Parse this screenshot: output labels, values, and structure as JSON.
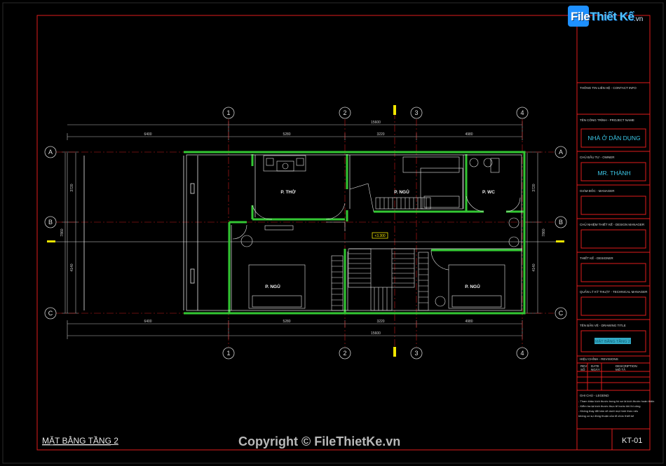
{
  "sheet_title": "MẶT BẰNG TẦNG 2",
  "sheet_number": "KT-01",
  "watermark": "Copyright © FileThietKe.vn",
  "logo": {
    "part1": "File",
    "part2": "Thiết Kế",
    "tld": ".vn"
  },
  "title_block": {
    "contact_label": "THÔNG TIN LIÊN HỆ - CONTACT INFO",
    "project_label": "TÊN CÔNG TRÌNH - PROJECT NAME",
    "project_name": "NHÀ Ở DÂN DỤNG",
    "owner_label": "CHỦ ĐẦU TƯ - OWNER",
    "owner_name": "MR. THÀNH",
    "manager_label": "GIÁM ĐỐC - MANAGER",
    "design_manager_label": "CHỦ NHIỆM THIẾT KẾ - DESIGN MANAGER",
    "designer_label": "THIẾT KẾ - DESIGNER",
    "tech_manager_label": "QUẢN LÝ KỸ THUẬT - TECHNICAL MANAGER",
    "drawing_title_label": "TÊN BẢN VẼ - DRAWING TITLE",
    "drawing_title": "MẶT BẰNG TẦNG 2",
    "revision_label": "HIỆU CHỈNH - REVISIONS",
    "rev_col1": "REV",
    "rev_col2": "DATE",
    "rev_col3": "DESCRIPTION",
    "rev_col1b": "SỐ",
    "rev_col2b": "NGÀY",
    "rev_col3b": "MÔ TẢ",
    "notes_label": "GHI CHÚ - LEGEND",
    "notes": [
      "- Tham khảo kích thước trong hồ sơ là kích thước hoàn thiện",
      "- Kiểm tra lại kích thước thực tế trước khi thi công",
      "- Không thay đổi bản vẽ dưới mọi hình thức nếu",
      "không có sự đồng thuận của tổ chức thiết kế"
    ]
  },
  "grid": {
    "cols": [
      "1",
      "2",
      "3",
      "4"
    ],
    "rows": [
      "A",
      "B",
      "C"
    ],
    "dims_top": [
      "6400",
      "5280",
      "3220",
      "4980"
    ],
    "dim_total": "15600",
    "dims_side": [
      "3720",
      "4140"
    ],
    "side_total": "7860"
  },
  "rooms": {
    "tho": "P. THỜ",
    "ngu1": "P. NGỦ",
    "wc": "P. WC",
    "ngu2": "P. NGỦ",
    "ngu3": "P. NGỦ"
  },
  "level_tag": "+3.300"
}
